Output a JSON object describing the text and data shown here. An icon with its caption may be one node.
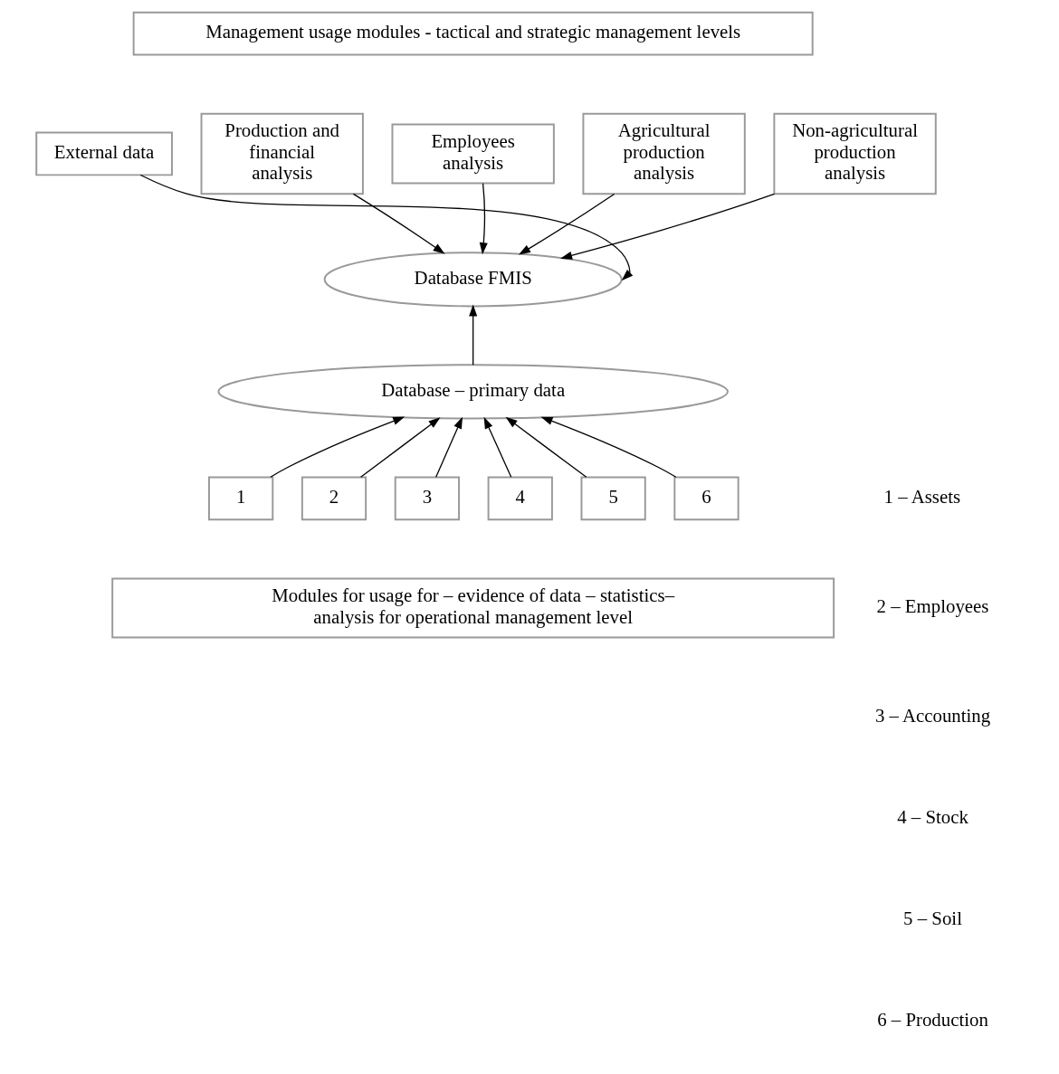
{
  "diagram": {
    "nodes": [
      {
        "text": [
          "Management usage modules - tactical and strategic management levels"
        ]
      },
      {
        "text": [
          "External data"
        ]
      },
      {
        "text": [
          "Production and financial analysis"
        ]
      },
      {
        "text": [
          "Employees analysis"
        ]
      },
      {
        "text": [
          "Agricultural production analysis"
        ]
      },
      {
        "text": [
          "Non-agricultural production analysis"
        ]
      },
      {
        "text": [
          "Database FMIS"
        ]
      },
      {
        "text": [
          "Database – primary data"
        ]
      },
      {
        "text": [
          "1"
        ]
      },
      {
        "text": [
          "2"
        ]
      },
      {
        "text": [
          "3"
        ]
      },
      {
        "text": [
          "4"
        ]
      },
      {
        "text": [
          "5"
        ]
      },
      {
        "text": [
          "6"
        ]
      },
      {
        "text": [
          "Modules for usage for – evidence of data – statistics– analysis for operational management level"
        ]
      }
    ],
    "edges": [
      {
        "from": 2,
        "to": 6,
        "arrow": "to"
      },
      {
        "from": 3,
        "to": 6,
        "arrow": "to"
      },
      {
        "from": 4,
        "to": 6,
        "arrow": "to"
      },
      {
        "from": 5,
        "to": 6,
        "arrow": "to"
      },
      {
        "from": 1,
        "to": 6,
        "arrow": "to"
      },
      {
        "from": 7,
        "to": 6,
        "arrow": "to"
      },
      {
        "from": 8,
        "to": 7,
        "arrow": "to"
      },
      {
        "from": 9,
        "to": 7,
        "arrow": "to"
      },
      {
        "from": 10,
        "to": 7,
        "arrow": "to"
      },
      {
        "from": 11,
        "to": 7,
        "arrow": "to"
      },
      {
        "from": 12,
        "to": 7,
        "arrow": "to"
      },
      {
        "from": 13,
        "to": 7,
        "arrow": "to"
      }
    ],
    "labels": [
      "1 – Assets",
      "2 – Employees",
      "3 – Accounting",
      "4 – Stock",
      "5 – Soil",
      "6 – Production"
    ]
  }
}
